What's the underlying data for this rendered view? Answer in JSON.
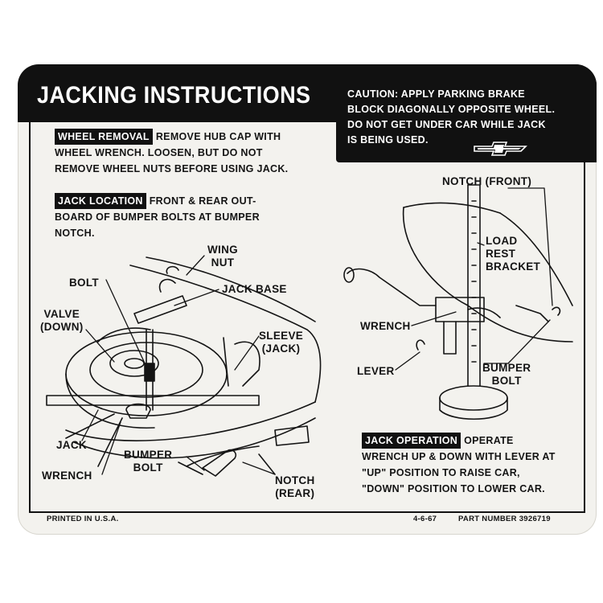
{
  "title": "JACKING INSTRUCTIONS",
  "caution": "CAUTION: APPLY PARKING BRAKE\nBLOCK DIAGONALLY OPPOSITE WHEEL.\nDO NOT GET UNDER CAR WHILE JACK\nIS BEING USED.",
  "logo": "bowtie-emblem",
  "sections": {
    "wheel_removal": {
      "tag": "WHEEL REMOVAL",
      "text": "REMOVE HUB CAP WITH WHEEL WRENCH. LOOSEN, BUT DO NOT REMOVE WHEEL NUTS BEFORE USING JACK."
    },
    "jack_location": {
      "tag": "JACK LOCATION",
      "text": "FRONT & REAR OUT-BOARD OF BUMPER BOLTS AT BUMPER NOTCH."
    },
    "jack_operation": {
      "tag": "JACK OPERATION",
      "text": "OPERATE WRENCH UP & DOWN WITH LEVER AT \"UP\" POSITION TO RAISE CAR, \"DOWN\" POSITION TO LOWER CAR."
    }
  },
  "labels": {
    "wing_nut": "WING\nNUT",
    "bolt": "BOLT",
    "jack_base": "JACK BASE",
    "valve_down": "VALVE\n(DOWN)",
    "sleeve_jack": "SLEEVE\n(JACK)",
    "jack": "JACK",
    "wrench_left": "WRENCH",
    "bumper_bolt_left": "BUMPER\nBOLT",
    "notch_rear": "NOTCH\n(REAR)",
    "notch_front": "NOTCH (FRONT)",
    "load_rest_bracket": "LOAD\nREST\nBRACKET",
    "wrench_right": "WRENCH",
    "lever": "LEVER",
    "bumper_bolt_right": "BUMPER\nBOLT"
  },
  "footer": {
    "printed": "PRINTED IN U.S.A.",
    "date": "4-6-67",
    "part_number": "PART NUMBER 3926719"
  },
  "colors": {
    "ink": "#111111",
    "decal": "#f3f2ee"
  }
}
